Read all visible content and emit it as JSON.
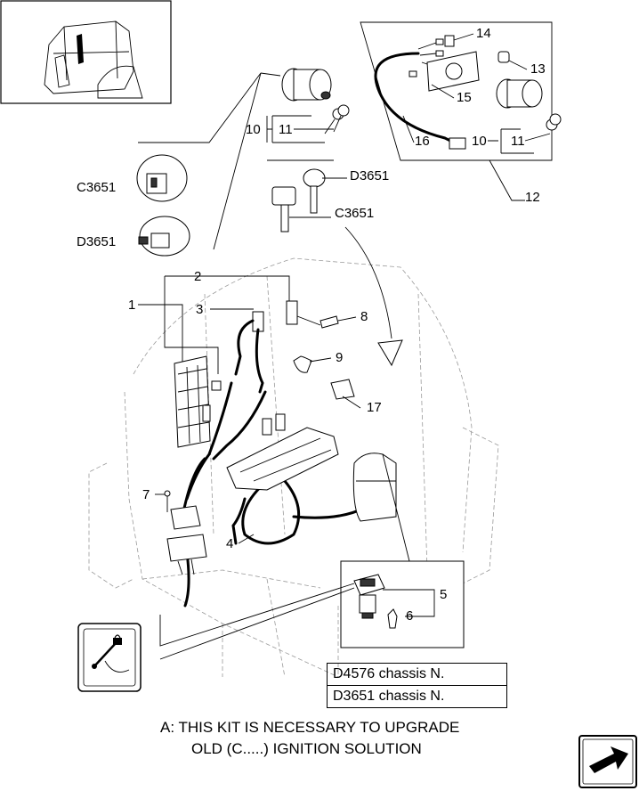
{
  "callouts": {
    "c1": "1",
    "c2": "2",
    "c3": "3",
    "c4": "4",
    "c5": "5",
    "c6": "6",
    "c7": "7",
    "c8": "8",
    "c9": "9",
    "c10a": "10",
    "c10b": "10",
    "c11a": "11",
    "c11b": "11",
    "c12": "12",
    "c13": "13",
    "c14": "14",
    "c15": "15",
    "c16": "16",
    "c17": "17"
  },
  "codes": {
    "c3651_switch": "C3651",
    "d3651_switch": "D3651",
    "d3651_key": "D3651",
    "c3651_key": "C3651"
  },
  "chassis_table": {
    "row1": "D4576 chassis N.",
    "row2": "D3651 chassis N."
  },
  "note": {
    "line1": "A: THIS KIT IS NECESSARY TO UPGRADE",
    "line2": "OLD (C.....) IGNITION SOLUTION"
  },
  "icons": {
    "tractor_thumbnail": "tractor-cab-thumbnail",
    "padlock_symbol": "padlock-key-symbol-icon",
    "next_page": "next-page-arrow-icon"
  }
}
